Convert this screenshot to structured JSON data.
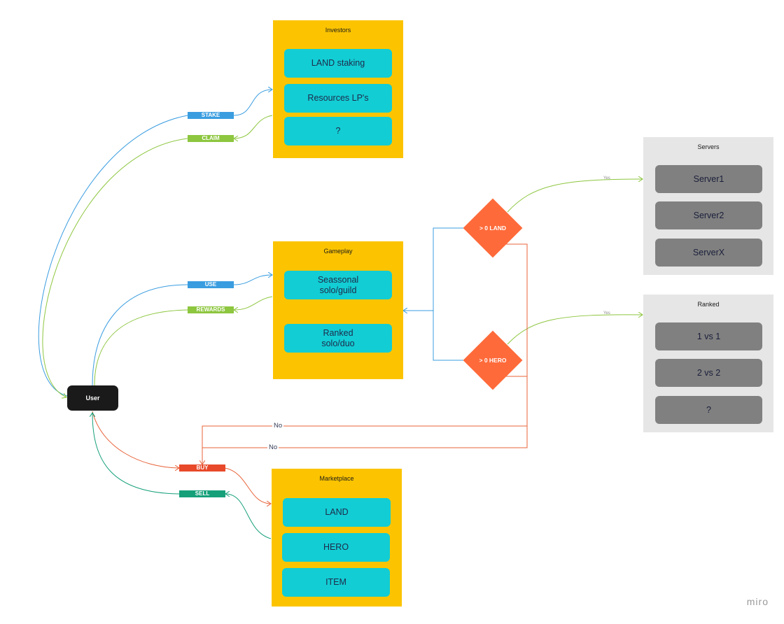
{
  "groups": {
    "investors": {
      "title": "Investors",
      "items": [
        "LAND staking",
        "Resources LP's",
        "?"
      ]
    },
    "gameplay": {
      "title": "Gameplay",
      "items": [
        "Seassonal\nsolo/guild",
        "Ranked\nsolo/duo"
      ]
    },
    "marketplace": {
      "title": "Marketplace",
      "items": [
        "LAND",
        "HERO",
        "ITEM"
      ]
    },
    "servers": {
      "title": "Servers",
      "items": [
        "Server1",
        "Server2",
        "ServerX"
      ]
    },
    "ranked": {
      "title": "Ranked",
      "items": [
        "1 vs 1",
        "2 vs 2",
        "?"
      ]
    }
  },
  "user": {
    "label": "User"
  },
  "tags": {
    "stake": "STAKE",
    "claim": "CLAIM",
    "use": "USE",
    "rewards": "REWARDS",
    "buy": "BUY",
    "sell": "SELL"
  },
  "decisions": {
    "land": "> 0 LAND",
    "hero": "> 0 HERO"
  },
  "edge_labels": {
    "yes_servers": "Yes",
    "yes_ranked": "Yes",
    "no_upper": "No",
    "no_lower": "No"
  },
  "colors": {
    "group_yellow": "#fcc400",
    "group_grey": "#e6e6e6",
    "node_cyan": "#12cdd4",
    "node_grey": "#808080",
    "tag_blue": "#3a9de0",
    "tag_green": "#8dc63f",
    "tag_red": "#e8492a",
    "tag_teal": "#16a07a",
    "diamond": "#ff6a3a",
    "user": "#1a1a1a"
  },
  "watermark": "miro"
}
